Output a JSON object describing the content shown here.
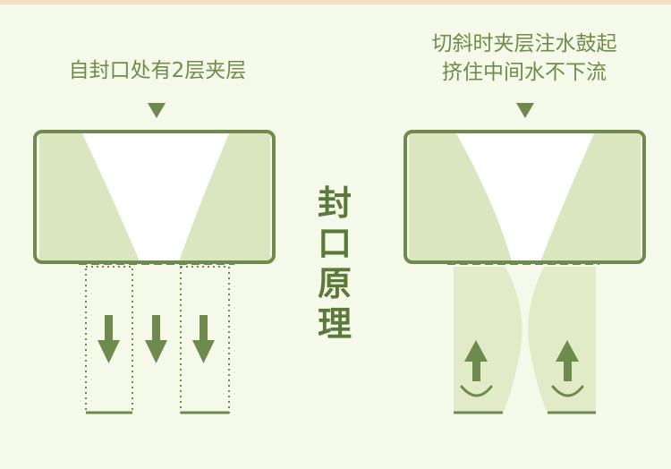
{
  "left_panel": {
    "caption": "自封口处有2层夹层",
    "flow": "down"
  },
  "right_panel": {
    "caption_lines": [
      "切斜时夹层注水鼓起",
      "挤住中间水不下流"
    ],
    "flow": "up"
  },
  "center_title": [
    "封",
    "口",
    "原",
    "理"
  ],
  "colors": {
    "background": "#f5f9e9",
    "outline": "#6e8a4c",
    "fill": "#d9e6bf",
    "light_fill": "#e4edcc",
    "arrow": "#6e8a4c",
    "caption_text": "#6f8c4a",
    "title_text": "#5b7a3a"
  },
  "icons": [
    "down-arrow-icon",
    "up-arrow-icon",
    "smile-curve-icon"
  ]
}
